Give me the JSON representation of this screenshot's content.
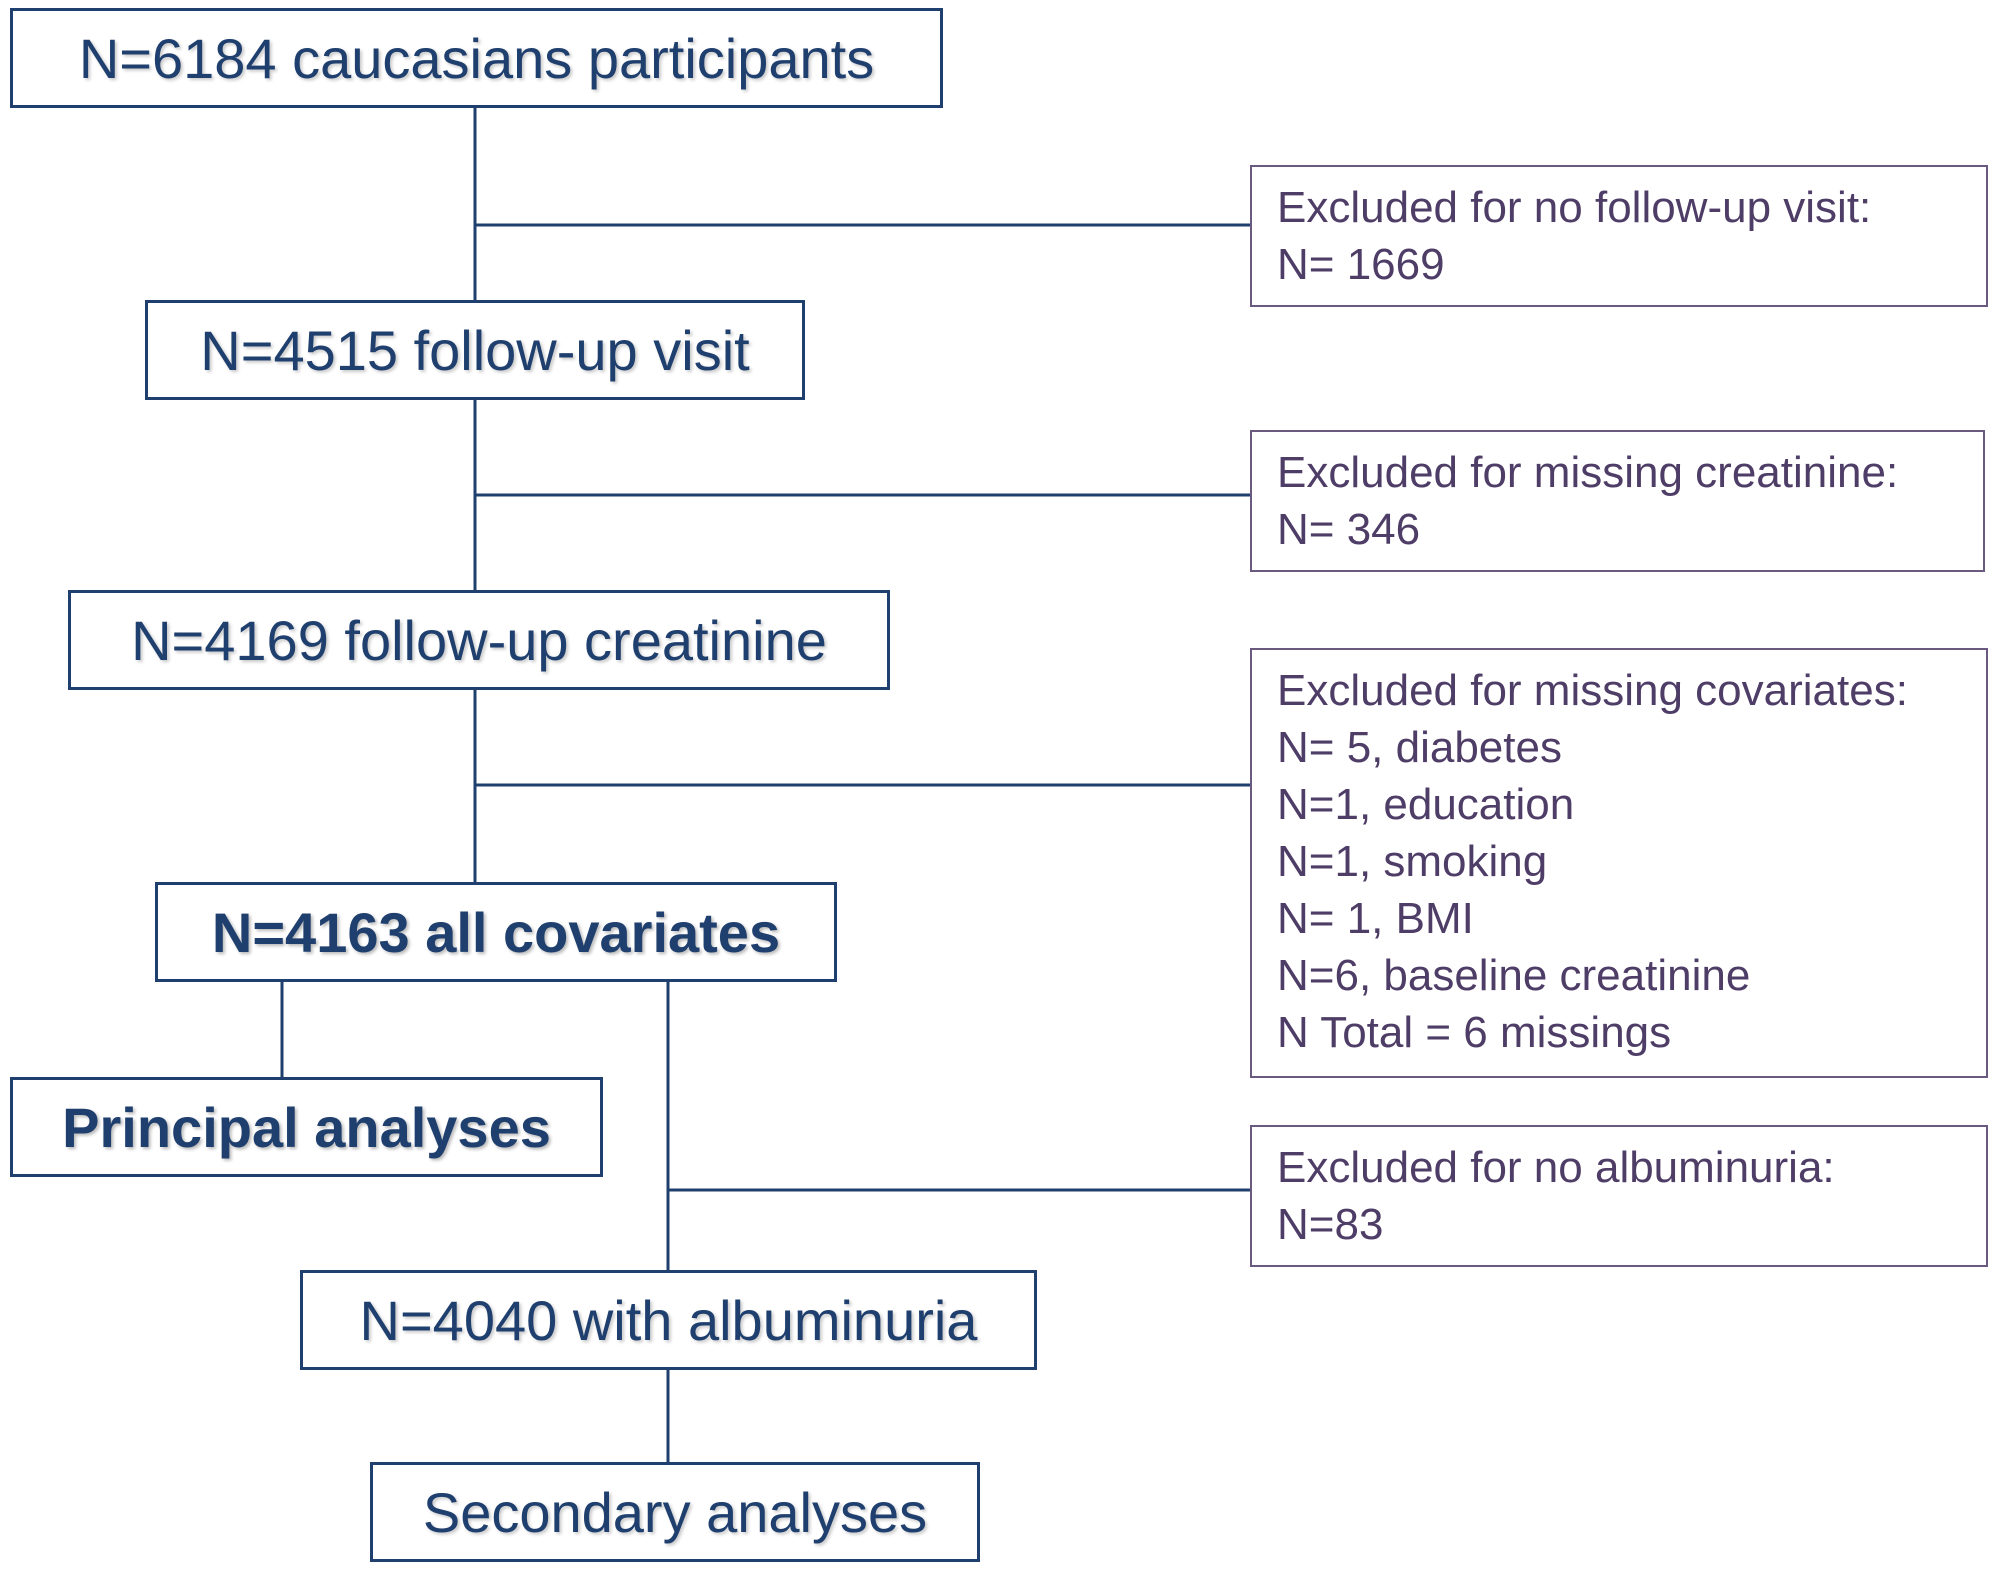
{
  "colors": {
    "main_box": "#1f3f6e",
    "side_box_text": "#4e3d66",
    "side_box_border": "#6b5a80",
    "connector": "#1f3f6e"
  },
  "main_boxes": {
    "start": "N=6184 caucasians participants",
    "followup": "N=4515 follow-up visit",
    "creatinine": "N=4169 follow-up creatinine",
    "covariates": "N=4163 all covariates",
    "principal": "Principal analyses",
    "albuminuria": "N=4040 with albuminuria",
    "secondary": "Secondary analyses"
  },
  "exclusions": {
    "no_followup": [
      "Excluded for no follow-up visit:",
      "N= 1669"
    ],
    "missing_creatinine": [
      "Excluded for missing creatinine:",
      "N= 346"
    ],
    "missing_covariates": [
      "Excluded for missing covariates:",
      "N= 5, diabetes",
      "N=1, education",
      "N=1, smoking",
      "N= 1, BMI",
      "N=6, baseline creatinine",
      "N Total = 6 missings"
    ],
    "no_albuminuria": [
      "Excluded for no albuminuria:",
      "N=83"
    ]
  }
}
